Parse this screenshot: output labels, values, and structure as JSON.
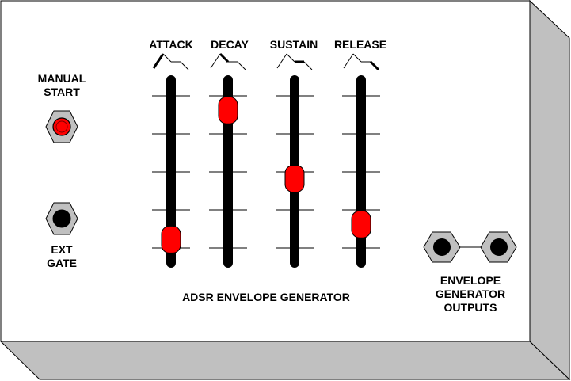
{
  "panel": {
    "title": "ADSR ENVELOPE GENERATOR",
    "face_color": "#ffffff",
    "side_color": "#c0c0c0",
    "outline_color": "#000000"
  },
  "manual_start": {
    "label_line1": "MANUAL",
    "label_line2": "START",
    "icon": "red-push-button-icon",
    "button_color": "#ff0000"
  },
  "ext_gate": {
    "label_line1": "EXT",
    "label_line2": "GATE",
    "icon": "jack-socket-icon"
  },
  "outputs": {
    "label_line1": "ENVELOPE",
    "label_line2": "GENERATOR",
    "label_line3": "OUTPUTS",
    "icon": "jack-socket-icon"
  },
  "sliders": [
    {
      "label": "ATTACK",
      "icon": "attack-stage-icon",
      "level": 0.05
    },
    {
      "label": "DECAY",
      "icon": "decay-stage-icon",
      "level": 0.9
    },
    {
      "label": "SUSTAIN",
      "icon": "sustain-stage-icon",
      "level": 0.45
    },
    {
      "label": "RELEASE",
      "icon": "release-stage-icon",
      "level": 0.15
    }
  ],
  "knob_color": "#ff0000",
  "track_color": "#000000",
  "tick_count": 5
}
